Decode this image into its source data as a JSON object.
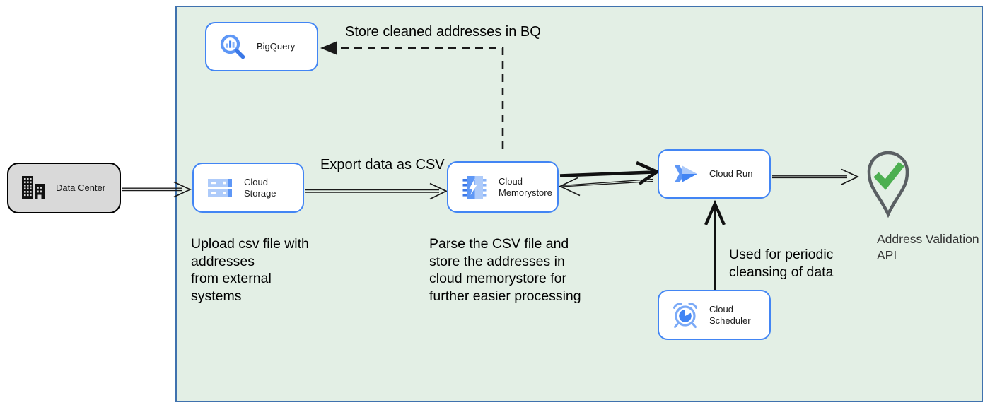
{
  "nodes": {
    "data_center": {
      "label": "Data Center",
      "icon": "building-icon"
    },
    "bigquery": {
      "label": "BigQuery",
      "icon": "bigquery-icon"
    },
    "cloud_storage": {
      "label": "Cloud Storage",
      "icon": "cloud-storage-icon"
    },
    "cloud_memorystore": {
      "label": "Cloud Memorystore",
      "icon": "memorystore-chip-icon"
    },
    "cloud_run": {
      "label": "Cloud Run",
      "icon": "cloud-run-icon"
    },
    "cloud_scheduler": {
      "label": "Cloud Scheduler",
      "icon": "scheduler-clock-icon"
    },
    "address_validation_api": {
      "label": "Address Validation\nAPI",
      "icon": "map-pin-check-icon"
    }
  },
  "annotations": {
    "store_bq": "Store cleaned addresses in BQ",
    "export_csv": "Export data as CSV",
    "upload_csv": "Upload csv file with\naddresses\nfrom external\nsystems",
    "parse_csv": "Parse the CSV file and\nstore the addresses in\ncloud  memorystore for\nfurther easier processing",
    "periodic_cleansing": "Used for periodic\ncleansing of data"
  },
  "edges": [
    {
      "from": "data_center",
      "to": "cloud_storage",
      "style": "double-line"
    },
    {
      "from": "cloud_storage",
      "to": "cloud_memorystore",
      "style": "double-line",
      "label": "Export data as CSV"
    },
    {
      "from": "cloud_memorystore",
      "to": "bigquery",
      "style": "dashed",
      "label": "Store cleaned addresses in BQ"
    },
    {
      "from": "cloud_memorystore",
      "to": "cloud_run",
      "style": "thick"
    },
    {
      "from": "cloud_run",
      "to": "cloud_memorystore",
      "style": "thin"
    },
    {
      "from": "cloud_run",
      "to": "address_validation_api",
      "style": "double-line"
    },
    {
      "from": "cloud_scheduler",
      "to": "cloud_run",
      "style": "thick",
      "label": "Used for periodic\ncleansing of data"
    }
  ],
  "colors": {
    "container_fill": "#e3efe5",
    "container_border": "#3f72ae",
    "node_border": "#4285f4",
    "node_fill": "#ffffff",
    "datacenter_fill": "#d9d9d9",
    "datacenter_border": "#000000",
    "icon_blue": "#4285f4",
    "icon_blue_medium": "#5e97f6",
    "icon_blue_light": "#aecbfa",
    "icon_blue_dark": "#3b78e7",
    "pin_outline": "#5a5f63",
    "check_green": "#4caf50",
    "arrow_black": "#1a1a1a"
  }
}
